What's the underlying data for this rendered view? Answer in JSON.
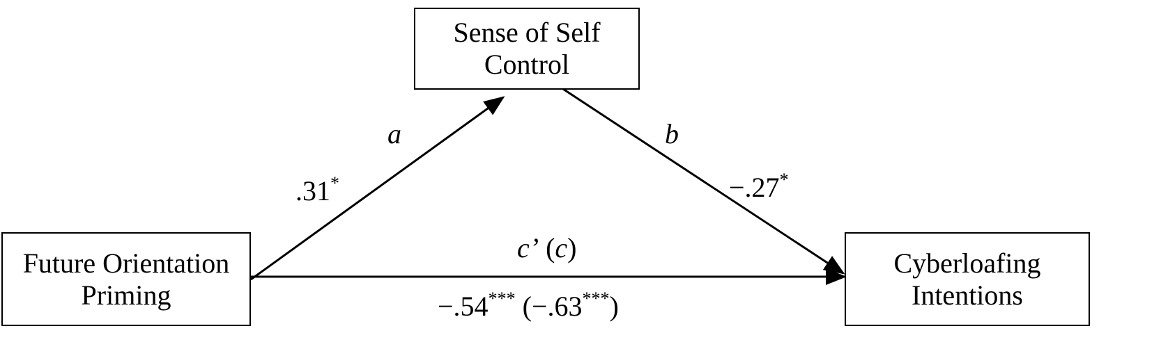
{
  "nodes": {
    "mediator": {
      "line1": "Sense of Self",
      "line2": "Control"
    },
    "predictor": {
      "line1": "Future Orientation",
      "line2": "Priming"
    },
    "outcome": {
      "line1": "Cyberloafing",
      "line2": "Intentions"
    }
  },
  "paths": {
    "a": {
      "letter": "a",
      "coef": ".31",
      "sig": "*"
    },
    "b": {
      "letter": "b",
      "coef": "−.27",
      "sig": "*"
    },
    "c": {
      "letter_direct": "c’",
      "paren_open": "(",
      "letter_total": "c",
      "paren_close": ")",
      "coef_direct": "−.54",
      "sig_direct": "***",
      "coef_total": "(−.63",
      "sig_total": "***",
      "coef_close": ")"
    }
  }
}
